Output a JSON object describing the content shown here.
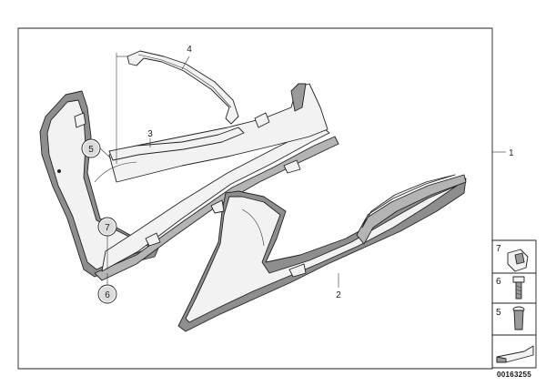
{
  "callouts": {
    "c1": "1",
    "c2": "2",
    "c3": "3",
    "c4": "4",
    "c5": "5",
    "c6": "6",
    "c7": "7"
  },
  "legend": {
    "items": [
      {
        "number": "7",
        "icon": "clip-nut-icon"
      },
      {
        "number": "6",
        "icon": "screw-icon"
      },
      {
        "number": "5",
        "icon": "rubber-mount-icon"
      },
      {
        "number": "",
        "icon": "foam-strip-icon"
      }
    ]
  },
  "catalog_number": "00163255",
  "colors": {
    "line": "#222222",
    "part_fill": "#f2f2f2",
    "part_shade": "#9a9a9a",
    "background": "#ffffff"
  }
}
